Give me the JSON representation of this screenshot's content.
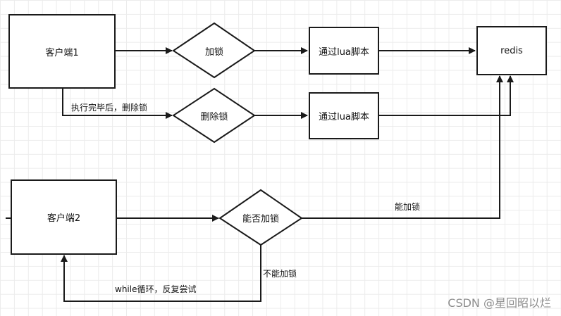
{
  "nodes": {
    "client1": "客户端1",
    "client2": "客户端2",
    "redis": "redis",
    "lock": "加锁",
    "unlock": "删除锁",
    "can_lock": "能否加锁",
    "lua1": "通过lua脚本",
    "lua2": "通过lua脚本"
  },
  "edge_labels": {
    "after_exec_delete": "执行完毕后，删除锁",
    "can_lock_yes": "能加锁",
    "cannot_lock": "不能加锁",
    "while_retry": "while循环，反复尝试"
  },
  "watermark": "CSDN @星回昭以烂",
  "colors": {
    "line": "#1a1a1a",
    "grid": "#ececec",
    "watermark": "#8e8e8e"
  }
}
